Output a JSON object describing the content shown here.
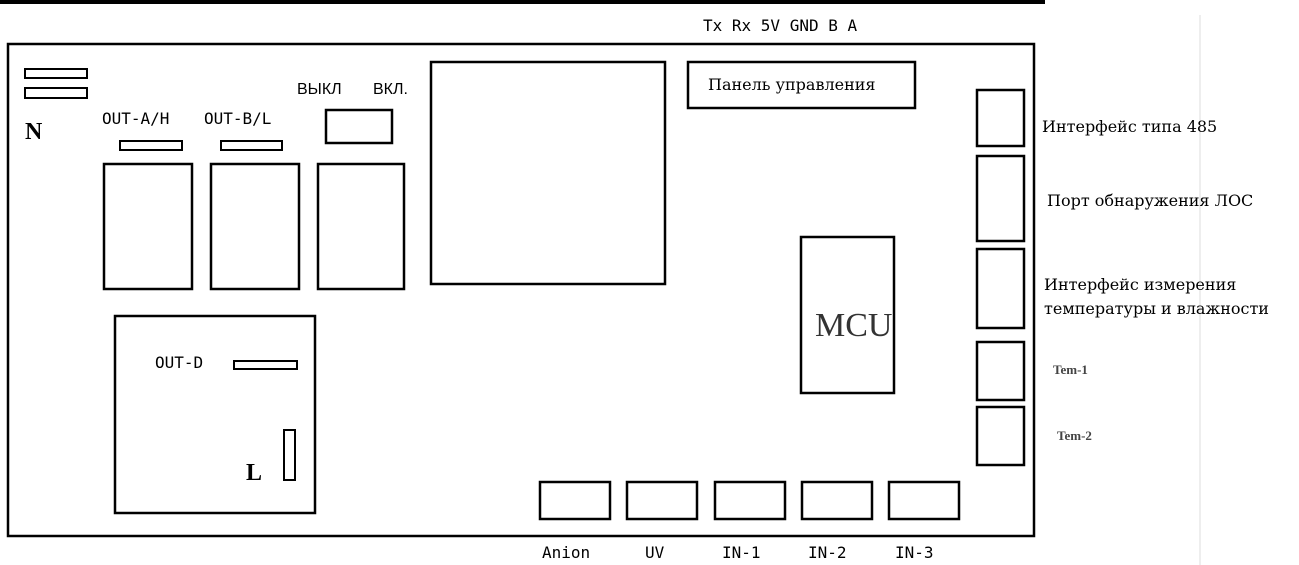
{
  "header_pins": "Tx Rx 5V GND B A",
  "labels": {
    "n": "N",
    "out_a": "OUT-A/H",
    "out_b": "OUT-B/L",
    "off": "ВЫКЛ",
    "on": "ВКЛ.",
    "control_panel": "Панель управления",
    "iface_485": "Интерфейс типа 485",
    "voc_port": "Порт обнаружения ЛОС",
    "temp_hum_1": "Интерфейс измерения",
    "temp_hum_2": "температуры и влажности",
    "tem1": "Tem-1",
    "tem2": "Tem-2",
    "mcu": "MCU",
    "out_d": "OUT-D",
    "l": "L"
  },
  "bottom_ports": [
    "Anion",
    "UV",
    "IN-1",
    "IN-2",
    "IN-3"
  ]
}
